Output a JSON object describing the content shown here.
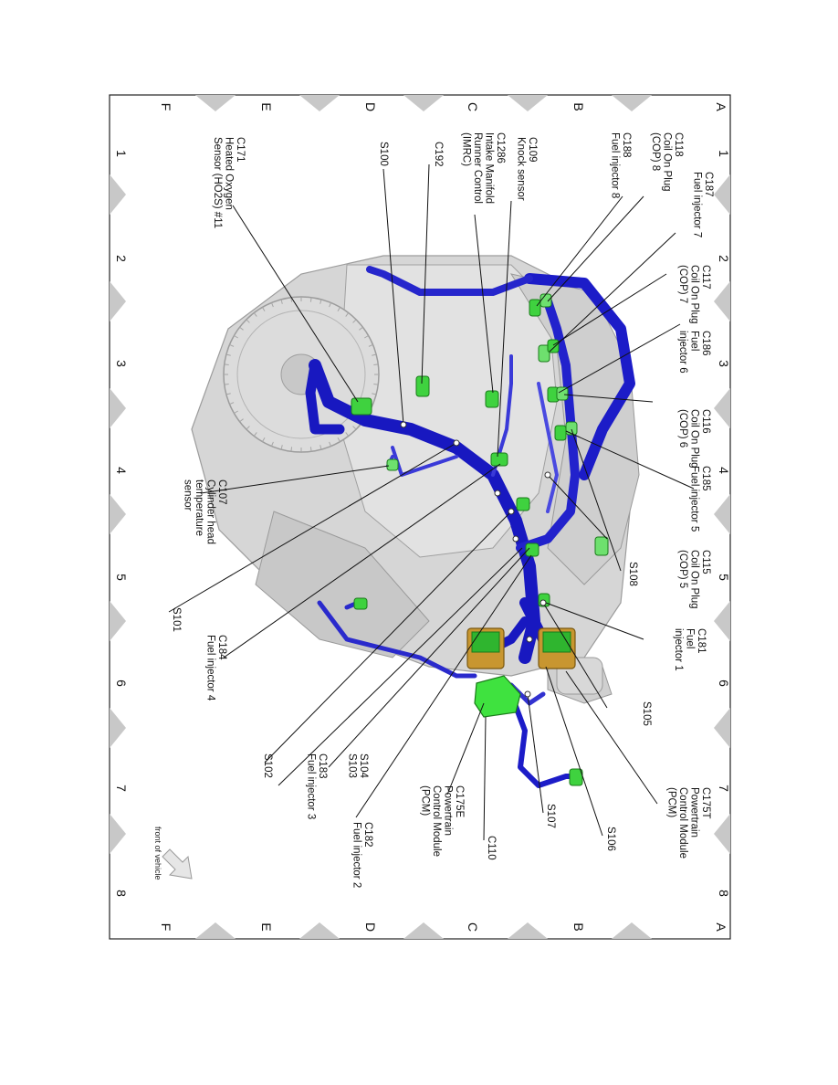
{
  "frame": {
    "grid_letters": [
      "A",
      "B",
      "C",
      "D",
      "E",
      "F"
    ],
    "grid_numbers": [
      "1",
      "2",
      "3",
      "4",
      "5",
      "6",
      "7",
      "8"
    ]
  },
  "orientation": {
    "text": "front of vehicle"
  },
  "colors": {
    "harness": "#1c1cc8",
    "harness_dark": "#0a0a8a",
    "connector": "#3fd23f",
    "connector_dark": "#1a7a1a",
    "pcm_connector": "#c89630",
    "engine": "#d4d4d4",
    "engine_edge": "#9a9a9a",
    "frame_triangle": "#c8c8c8"
  },
  "callouts": [
    {
      "id": "c118",
      "lines": [
        "C118",
        "Coil On Plug",
        "(COP) 8"
      ]
    },
    {
      "id": "c188",
      "lines": [
        "C188",
        "Fuel injector 8"
      ]
    },
    {
      "id": "c109",
      "lines": [
        "C109",
        "Knock sensor"
      ]
    },
    {
      "id": "c1286",
      "lines": [
        "C1286",
        "Intake Manifold",
        "Runner Control",
        "(IMRC)"
      ]
    },
    {
      "id": "c192",
      "lines": [
        "C192"
      ]
    },
    {
      "id": "s100",
      "lines": [
        "S100"
      ]
    },
    {
      "id": "c171",
      "lines": [
        "C171",
        "Heated Oxygen",
        "Sensor (HO2S) #11"
      ]
    },
    {
      "id": "c187",
      "lines": [
        "C187",
        "Fuel injector 7"
      ]
    },
    {
      "id": "c117",
      "lines": [
        "C117",
        "Coil On Plug",
        "(COP) 7"
      ]
    },
    {
      "id": "c186",
      "lines": [
        "C186",
        "Fuel",
        "injector 6"
      ]
    },
    {
      "id": "c116",
      "lines": [
        "C116",
        "Coil On Plug",
        "(COP) 6"
      ]
    },
    {
      "id": "c185",
      "lines": [
        "C185",
        "Fuel injector 5"
      ]
    },
    {
      "id": "c115",
      "lines": [
        "C115",
        "Coil On Plug",
        "(COP) 5"
      ]
    },
    {
      "id": "s108",
      "lines": [
        "S108"
      ]
    },
    {
      "id": "c181",
      "lines": [
        "C181",
        "Fuel",
        "injector 1"
      ]
    },
    {
      "id": "s105",
      "lines": [
        "S105"
      ]
    },
    {
      "id": "c175t",
      "lines": [
        "C175T",
        "Powertrain",
        "Control Module",
        "(PCM)"
      ]
    },
    {
      "id": "s106",
      "lines": [
        "S106"
      ]
    },
    {
      "id": "c110",
      "lines": [
        "C110"
      ]
    },
    {
      "id": "c182",
      "lines": [
        "C182",
        "Fuel injector 2"
      ]
    },
    {
      "id": "c175e",
      "lines": [
        "C175E",
        "Powertrain",
        "Control Module",
        "(PCM)"
      ]
    },
    {
      "id": "s107",
      "lines": [
        "S107"
      ]
    },
    {
      "id": "c183",
      "lines": [
        "C183",
        "Fuel injector 3"
      ]
    },
    {
      "id": "s104s103",
      "lines": [
        "S104",
        "S103"
      ]
    },
    {
      "id": "s102",
      "lines": [
        "S102"
      ]
    },
    {
      "id": "c184",
      "lines": [
        "C184",
        "Fuel injector 4"
      ]
    },
    {
      "id": "s101",
      "lines": [
        "S101"
      ]
    },
    {
      "id": "c107",
      "lines": [
        "C107",
        "Cylinder head",
        "temperature",
        "sensor"
      ]
    }
  ]
}
